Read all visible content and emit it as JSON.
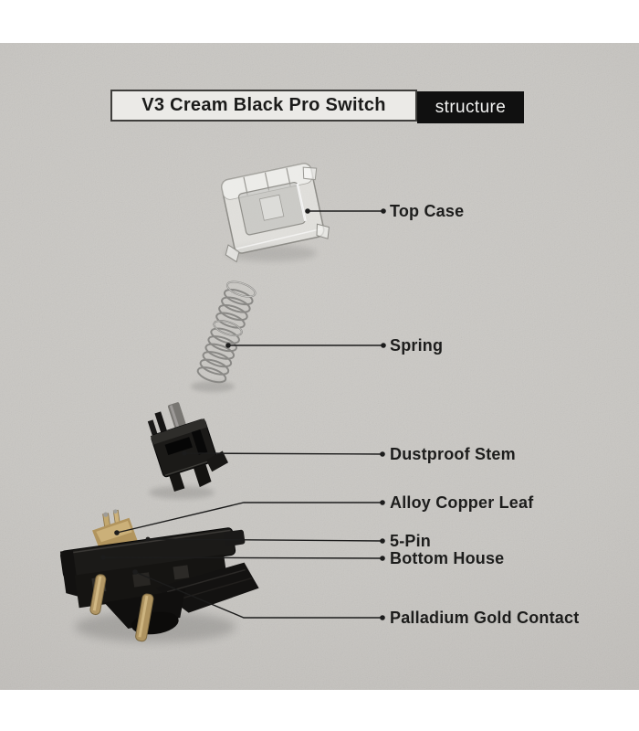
{
  "header": {
    "title": "V3 Cream Black Pro Switch",
    "tag": "structure"
  },
  "labels": [
    {
      "id": "top-case",
      "text": "Top Case"
    },
    {
      "id": "spring",
      "text": "Spring"
    },
    {
      "id": "dustproof-stem",
      "text": "Dustproof Stem"
    },
    {
      "id": "alloy-copper-leaf",
      "text": "Alloy Copper Leaf"
    },
    {
      "id": "five-pin",
      "text": "5-Pin"
    },
    {
      "id": "bottom-house",
      "text": "Bottom House"
    },
    {
      "id": "palladium-gold-contact",
      "text": "Palladium Gold Contact"
    }
  ],
  "colors": {
    "paper": "#c8c6c2",
    "ink": "#1c1c1c",
    "tag_background": "#101010",
    "title_background": "#ebeae7",
    "brass": "#b59a63"
  }
}
